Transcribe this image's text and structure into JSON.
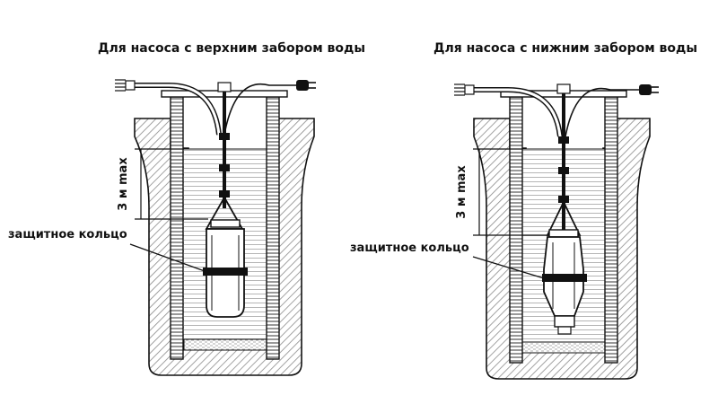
{
  "panels": [
    {
      "title": "Для насоса с верхним забором воды",
      "depth_label": "3 м max",
      "ring_label": "защитное кольцо",
      "intake": "top"
    },
    {
      "title": "Для насоса с нижним забором воды",
      "depth_label": "3 м max",
      "ring_label": "защитное кольцо",
      "intake": "bottom"
    }
  ],
  "colors": {
    "line": "#111111",
    "hatch": "#9a9a9a",
    "water": "#c8c8c8",
    "pump_body": "#ffffff"
  }
}
